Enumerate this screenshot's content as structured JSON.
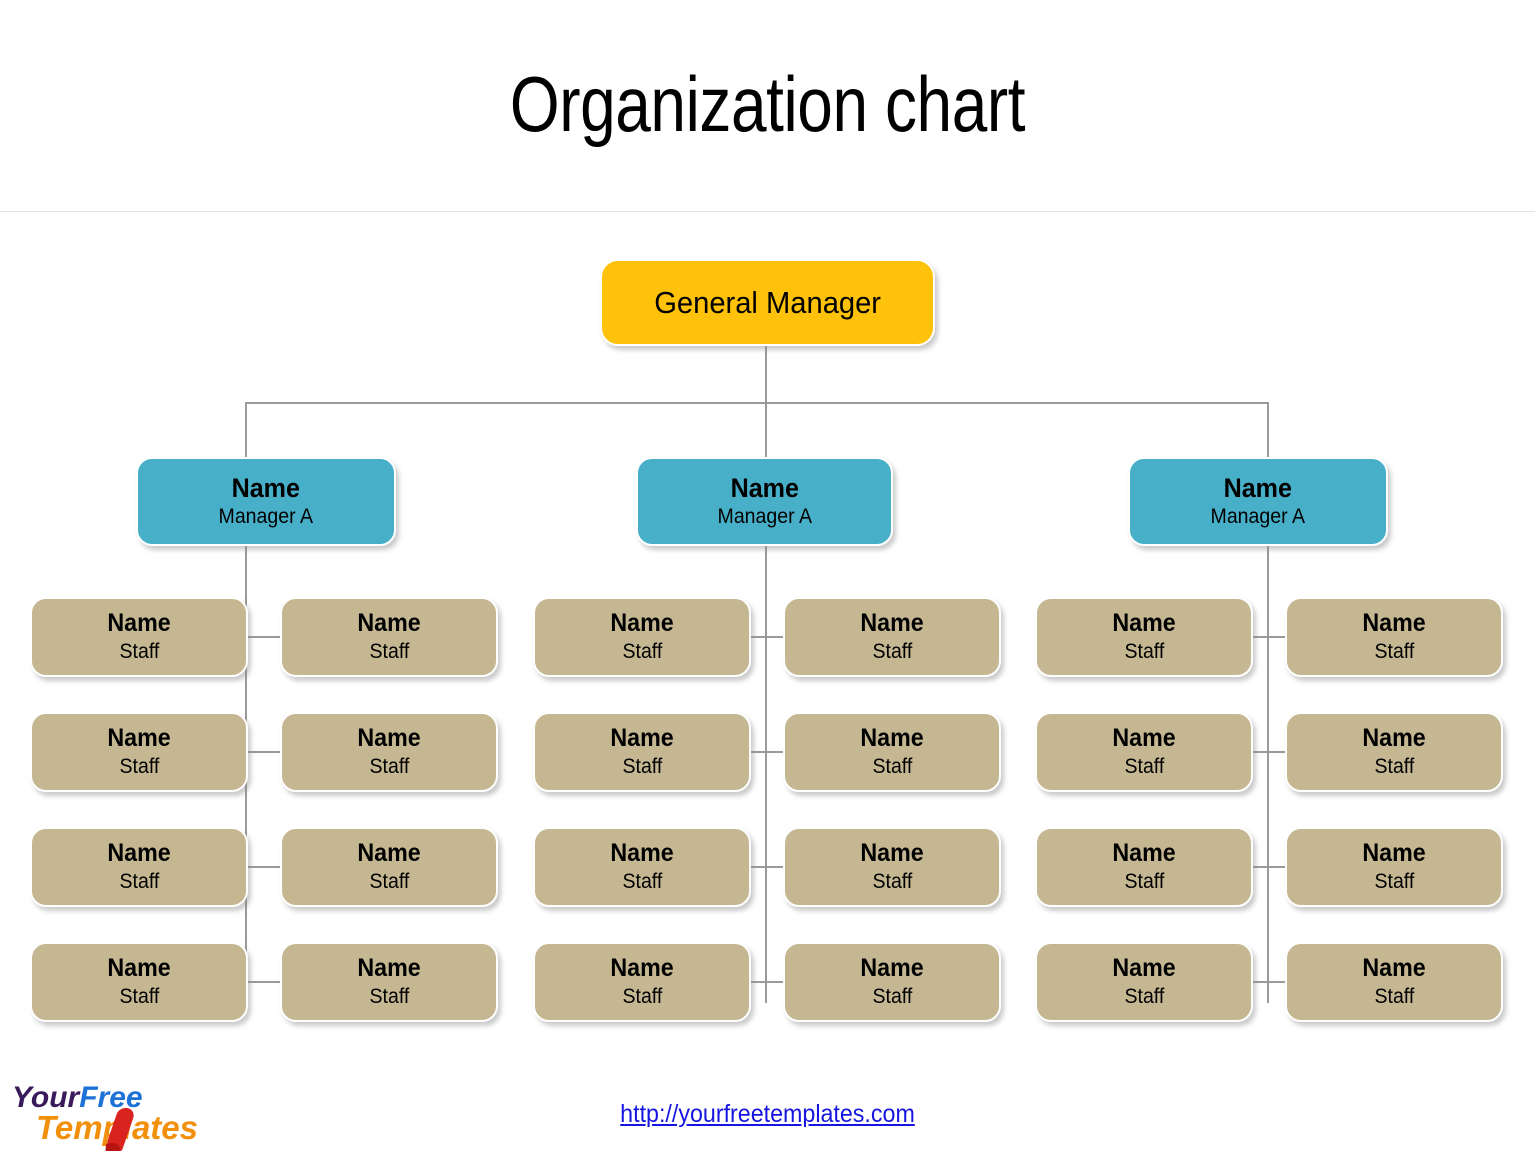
{
  "page": {
    "title": "Organization chart",
    "background": "#ffffff"
  },
  "colors": {
    "gm_box": "#FFC20A",
    "manager_box": "#47AFC8",
    "staff_box": "#C4B792",
    "connector": "#9a9a9a",
    "link": "#1616e0",
    "divider": "#e3e3e3"
  },
  "chart_data": {
    "type": "diagram",
    "title": "Organization chart",
    "root": {
      "label": "General Manager"
    },
    "branches": [
      {
        "name": "Name",
        "role": "Manager A",
        "staff": [
          {
            "name": "Name",
            "role": "Staff"
          },
          {
            "name": "Name",
            "role": "Staff"
          },
          {
            "name": "Name",
            "role": "Staff"
          },
          {
            "name": "Name",
            "role": "Staff"
          },
          {
            "name": "Name",
            "role": "Staff"
          },
          {
            "name": "Name",
            "role": "Staff"
          },
          {
            "name": "Name",
            "role": "Staff"
          },
          {
            "name": "Name",
            "role": "Staff"
          }
        ]
      },
      {
        "name": "Name",
        "role": "Manager A",
        "staff": [
          {
            "name": "Name",
            "role": "Staff"
          },
          {
            "name": "Name",
            "role": "Staff"
          },
          {
            "name": "Name",
            "role": "Staff"
          },
          {
            "name": "Name",
            "role": "Staff"
          },
          {
            "name": "Name",
            "role": "Staff"
          },
          {
            "name": "Name",
            "role": "Staff"
          },
          {
            "name": "Name",
            "role": "Staff"
          },
          {
            "name": "Name",
            "role": "Staff"
          }
        ]
      },
      {
        "name": "Name",
        "role": "Manager A",
        "staff": [
          {
            "name": "Name",
            "role": "Staff"
          },
          {
            "name": "Name",
            "role": "Staff"
          },
          {
            "name": "Name",
            "role": "Staff"
          },
          {
            "name": "Name",
            "role": "Staff"
          },
          {
            "name": "Name",
            "role": "Staff"
          },
          {
            "name": "Name",
            "role": "Staff"
          },
          {
            "name": "Name",
            "role": "Staff"
          },
          {
            "name": "Name",
            "role": "Staff"
          }
        ]
      }
    ]
  },
  "footer": {
    "link_text": "http://yourfreetemplates.com"
  },
  "logo": {
    "word1": "Your",
    "word2": "Free",
    "word3": "Templates"
  }
}
